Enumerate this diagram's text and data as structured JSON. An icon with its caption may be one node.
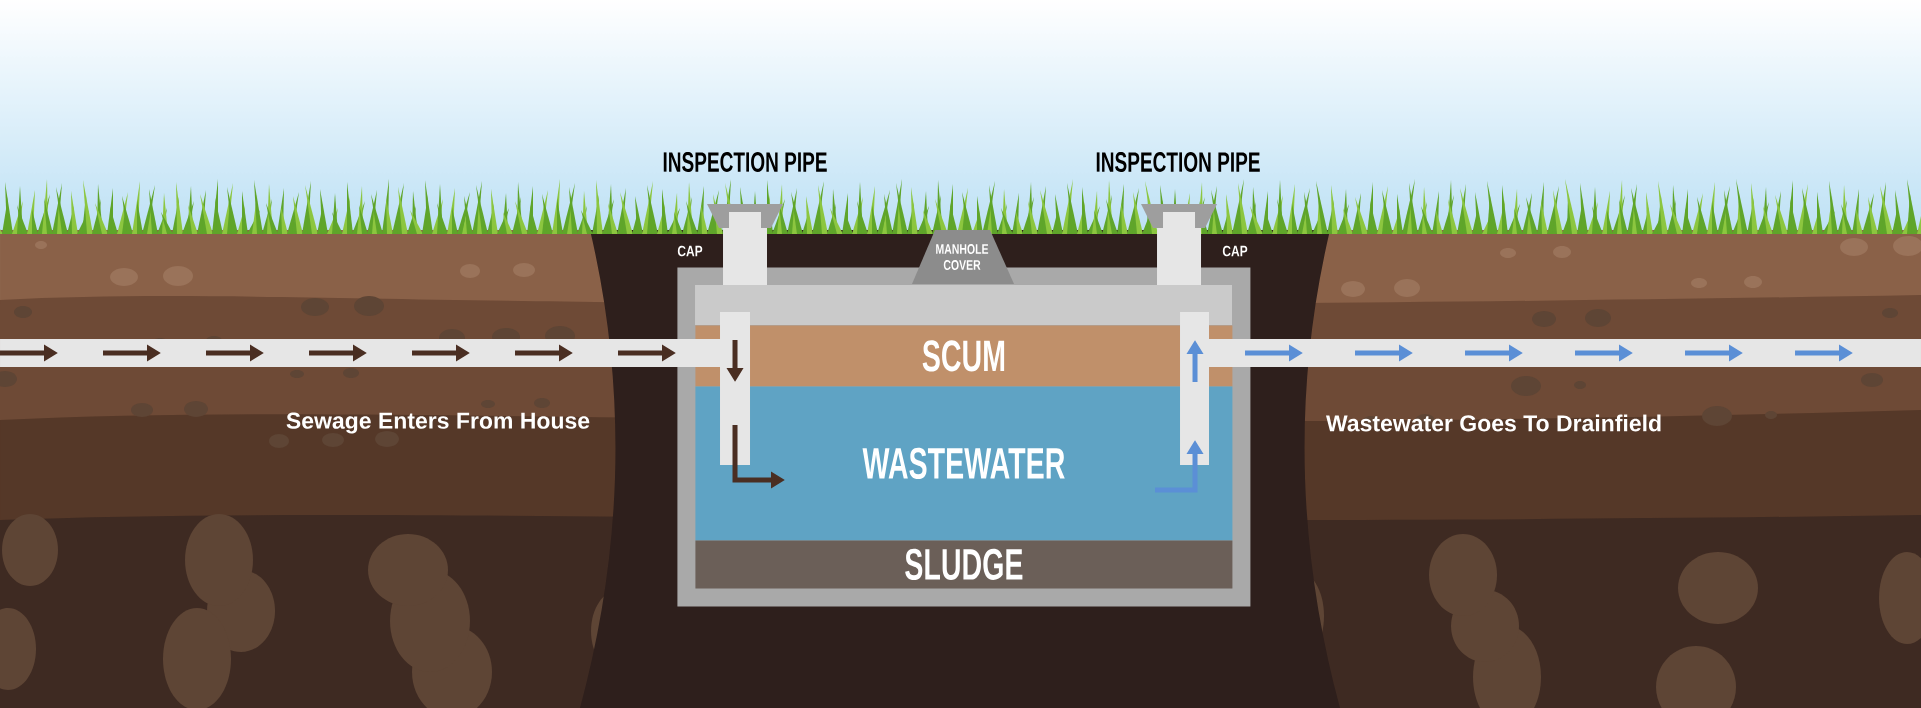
{
  "diagram": {
    "nodes": [
      {
        "text": [],
        "shape": "box"
      },
      {
        "text": [
          "SCUM"
        ],
        "in": 0
      },
      {
        "text": [
          "WASTEWATER"
        ],
        "in": 0
      },
      {
        "text": [
          "SLUDGE"
        ],
        "in": 0
      }
    ],
    "labels": [
      "INSPECTION PIPE",
      "INSPECTION PIPE",
      "CAP",
      "MANHOLE COVER",
      "CAP",
      "Sewage Enters From House",
      "Wastewater Goes To Drainfield"
    ]
  }
}
